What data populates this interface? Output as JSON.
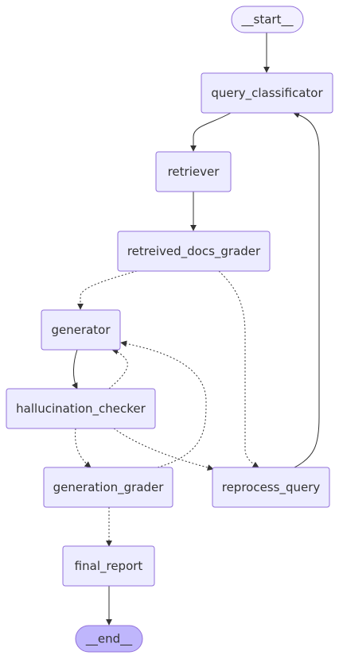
{
  "diagram": {
    "nodes": {
      "start": "__start__",
      "query_classificator": "query_classificator",
      "retriever": "retriever",
      "retreived_docs_grader": "retreived_docs_grader",
      "generator": "generator",
      "hallucination_checker": "hallucination_checker",
      "generation_grader": "generation_grader",
      "reprocess_query": "reprocess_query",
      "final_report": "final_report",
      "end": "__end__"
    },
    "edges": [
      {
        "from": "start",
        "to": "query_classificator",
        "style": "solid"
      },
      {
        "from": "query_classificator",
        "to": "retriever",
        "style": "solid"
      },
      {
        "from": "retriever",
        "to": "retreived_docs_grader",
        "style": "solid"
      },
      {
        "from": "retreived_docs_grader",
        "to": "generator",
        "style": "dotted"
      },
      {
        "from": "retreived_docs_grader",
        "to": "reprocess_query",
        "style": "dotted"
      },
      {
        "from": "generator",
        "to": "hallucination_checker",
        "style": "solid"
      },
      {
        "from": "hallucination_checker",
        "to": "generator",
        "style": "dotted"
      },
      {
        "from": "hallucination_checker",
        "to": "generation_grader",
        "style": "dotted"
      },
      {
        "from": "hallucination_checker",
        "to": "reprocess_query",
        "style": "dotted"
      },
      {
        "from": "generation_grader",
        "to": "generator",
        "style": "dotted"
      },
      {
        "from": "generation_grader",
        "to": "final_report",
        "style": "dotted"
      },
      {
        "from": "reprocess_query",
        "to": "query_classificator",
        "style": "solid"
      },
      {
        "from": "final_report",
        "to": "end",
        "style": "solid"
      }
    ],
    "colors": {
      "node_fill": "#ECECFF",
      "node_stroke": "#9370DB",
      "start_fill": "#F2F0FF",
      "end_fill": "#BFB6FC",
      "edge": "#333333",
      "text": "#333333"
    }
  }
}
